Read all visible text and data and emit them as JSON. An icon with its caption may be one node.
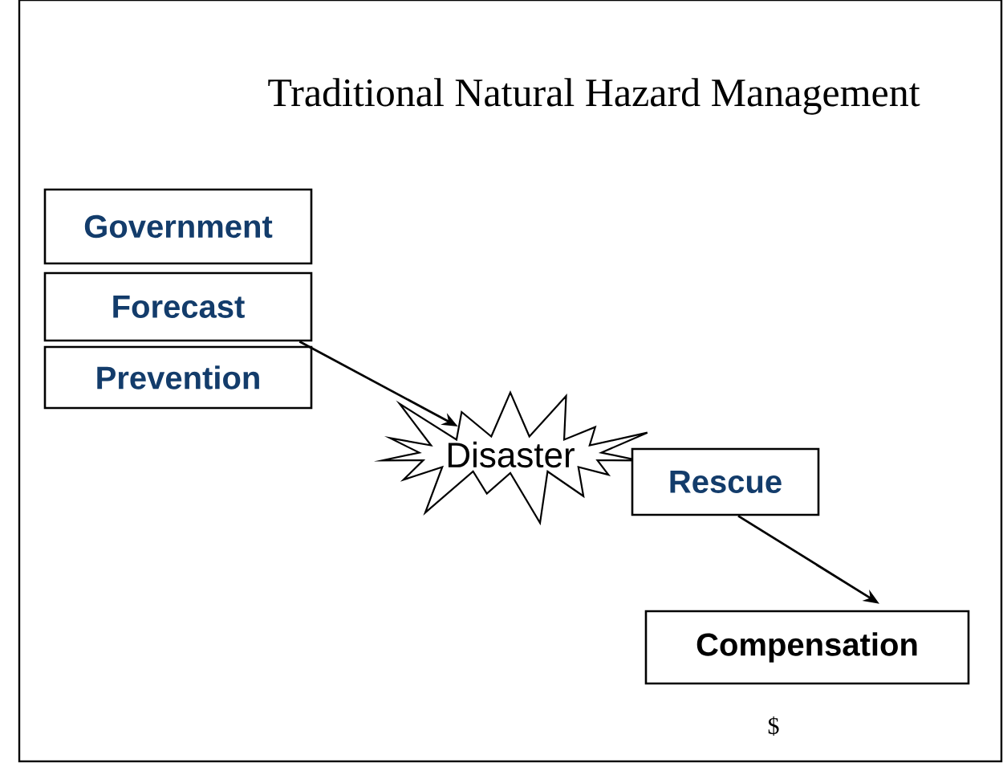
{
  "diagram": {
    "title": "Traditional Natural Hazard Management",
    "nodes": [
      {
        "text": [
          "Government"
        ]
      },
      {
        "text": [
          "Forecast"
        ]
      },
      {
        "text": [
          "Prevention"
        ]
      },
      {
        "text": [
          "Disaster"
        ]
      },
      {
        "text": [
          "Rescue"
        ]
      },
      {
        "text": [
          "Compensation"
        ]
      }
    ],
    "edges": [
      {
        "from": 1,
        "to": 3,
        "arrow": "to"
      },
      {
        "from": 4,
        "to": 5,
        "arrow": "to"
      }
    ],
    "labels": [
      "$"
    ]
  }
}
